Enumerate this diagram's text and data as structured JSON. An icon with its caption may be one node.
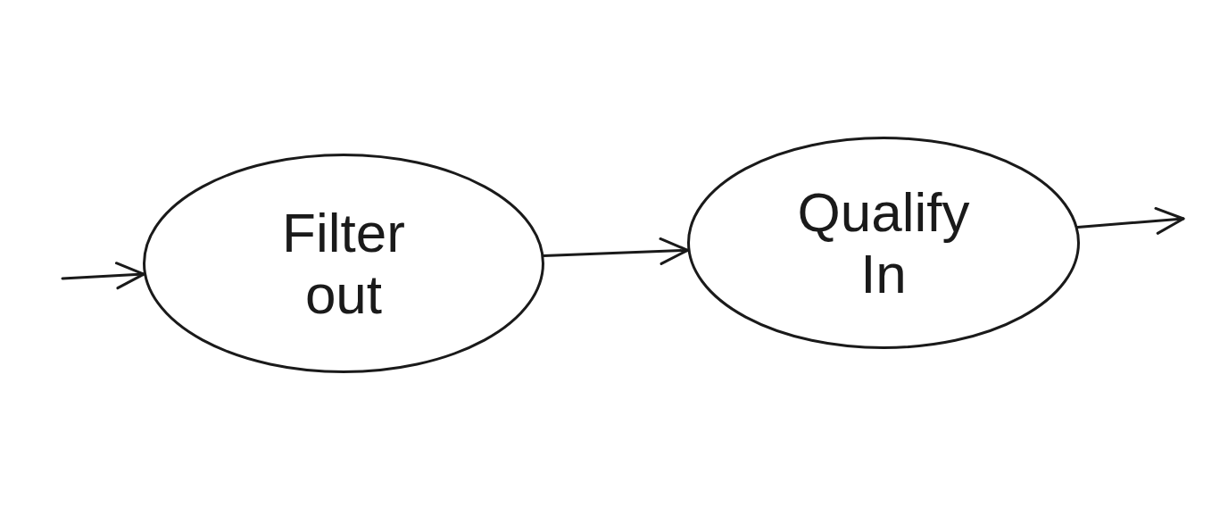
{
  "diagram": {
    "nodes": [
      {
        "text": [
          "Filter out"
        ]
      },
      {
        "text": [
          "Qualify In"
        ]
      }
    ],
    "edges": [
      {
        "from": null,
        "to": 0,
        "arrow": "to"
      },
      {
        "from": 0,
        "to": 1,
        "arrow": "to"
      },
      {
        "from": 1,
        "to": null,
        "arrow": "to"
      }
    ]
  }
}
